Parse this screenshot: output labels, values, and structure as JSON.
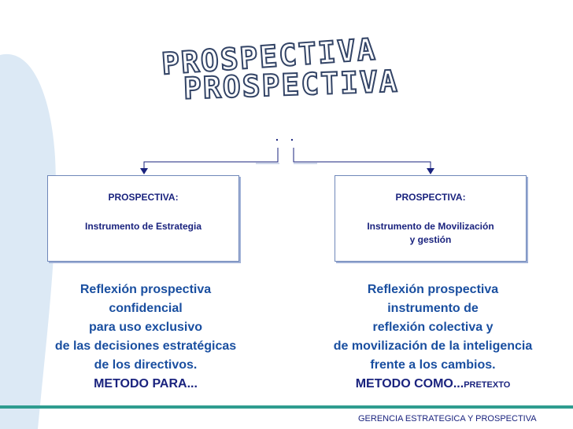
{
  "slide": {
    "title_back": "PROSPECTIVA",
    "title_front": "PROSPECTIVA",
    "dot_left": ".",
    "dot_right": ".",
    "left_box": {
      "heading": "PROSPECTIVA:",
      "subtitle": "Instrumento de Estrategia"
    },
    "right_box": {
      "heading": "PROSPECTIVA:",
      "subtitle_line1": "Instrumento de Movilización",
      "subtitle_line2": "y gestión"
    },
    "left_desc": {
      "lines": [
        "Reflexión prospectiva",
        "confidencial",
        "para uso exclusivo",
        "de las decisiones estratégicas",
        "de los directivos."
      ],
      "metodo": "METODO PARA..."
    },
    "right_desc": {
      "lines": [
        "Reflexión prospectiva",
        "instrumento de",
        "reflexión colectiva y",
        "de movilización de la inteligencia",
        "frente a los cambios."
      ],
      "metodo": "METODO COMO...",
      "metodo_small": "PRETEXTO"
    },
    "footer": "GERENCIA ESTRATEGICA Y PROSPECTIVA"
  },
  "colors": {
    "accent": "#1a237e",
    "text_blue": "#1a4fa0",
    "wave": "#dce9f5",
    "footer_bar": "#2e9c8f"
  }
}
